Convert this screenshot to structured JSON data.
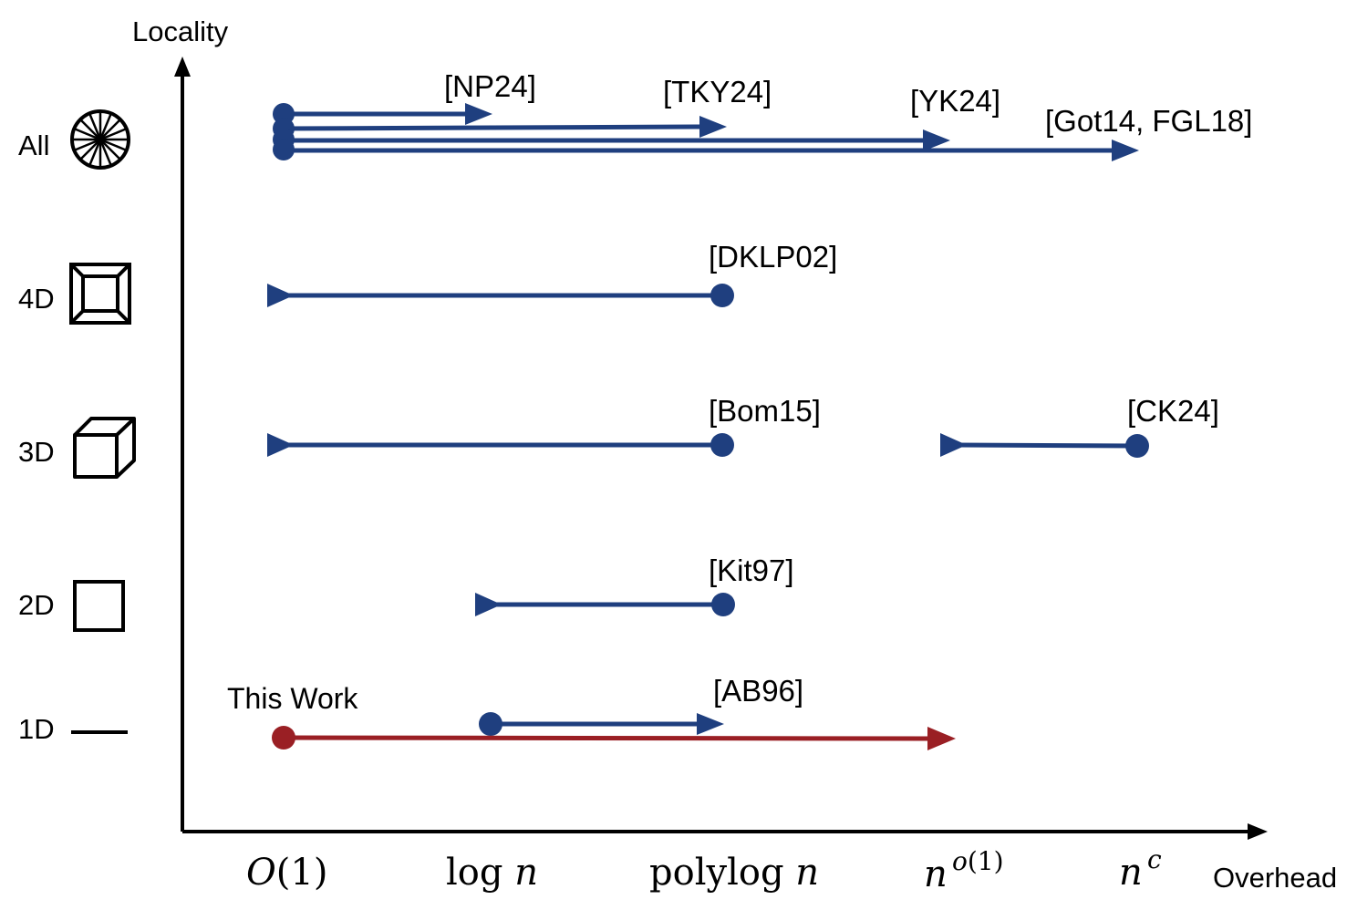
{
  "axes": {
    "y_label": "Locality",
    "x_label": "Overhead"
  },
  "colors": {
    "prior_work": "#1f3f7f",
    "this_work": "#9a1f24",
    "axis": "#000000"
  },
  "rows": {
    "all": "All",
    "d4": "4D",
    "d3": "3D",
    "d2": "2D",
    "d1": "1D"
  },
  "row_icons": {
    "all": "all-to-all-wheel-icon",
    "d4": "tesseract-icon",
    "d3": "cube-icon",
    "d2": "square-icon",
    "d1": "line-segment-icon"
  },
  "x_ticks": {
    "o1_O": "O",
    "o1_rest": "(1)",
    "log_word": "log",
    "log_var": "n",
    "polylog_word": "polylog",
    "polylog_var": "n",
    "no1_base": "n",
    "no1_exp_o": "o",
    "no1_exp_rest": "(1)",
    "nc_base": "n",
    "nc_exp": "c"
  },
  "chart_data": {
    "type": "range-diagram",
    "x_categories": [
      "O(1)",
      "log n",
      "polylog n",
      "n^o(1)",
      "n^c"
    ],
    "y_categories": [
      "1D",
      "2D",
      "3D",
      "4D",
      "All"
    ],
    "results": [
      {
        "label": "[NP24]",
        "row": "All",
        "from": "O(1)",
        "to": "log n",
        "kind": "prior"
      },
      {
        "label": "[TKY24]",
        "row": "All",
        "from": "O(1)",
        "to": "polylog n",
        "kind": "prior"
      },
      {
        "label": "[YK24]",
        "row": "All",
        "from": "O(1)",
        "to": "n^o(1)",
        "kind": "prior"
      },
      {
        "label": "[Got14, FGL18]",
        "row": "All",
        "from": "O(1)",
        "to": "n^c",
        "kind": "prior"
      },
      {
        "label": "[DKLP02]",
        "row": "4D",
        "from": "O(1)",
        "to": "polylog n",
        "kind": "prior"
      },
      {
        "label": "[Bom15]",
        "row": "3D",
        "from": "O(1)",
        "to": "polylog n",
        "kind": "prior"
      },
      {
        "label": "[CK24]",
        "row": "3D",
        "from": "n^o(1)",
        "to": "n^c",
        "kind": "prior"
      },
      {
        "label": "[Kit97]",
        "row": "2D",
        "from": "log n",
        "to": "polylog n",
        "kind": "prior"
      },
      {
        "label": "[AB96]",
        "row": "1D",
        "from": "log n",
        "to": "polylog n",
        "kind": "prior"
      },
      {
        "label": "This Work",
        "row": "1D",
        "from": "O(1)",
        "to": "n^o(1)",
        "kind": "this"
      }
    ]
  }
}
